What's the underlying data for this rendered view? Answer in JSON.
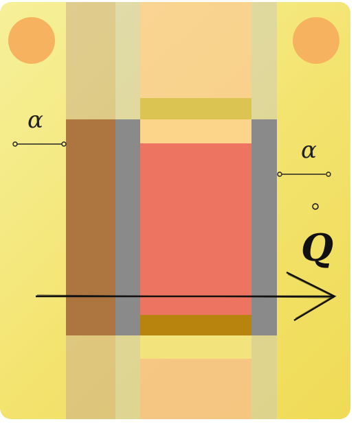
{
  "labels": {
    "left_alpha": "α",
    "right_alpha": "α",
    "charge": "Q"
  },
  "colors": {
    "card_background": "#f3e36e",
    "corner_dot": "#f6b25e",
    "brown_column": "#ad7641",
    "gray_frame": "#8a8a8a",
    "red_core": "#ee7462",
    "peach_top": "#fcd58a",
    "mustard_bottom": "#b9840e",
    "arrow": "#111111"
  },
  "icons": {
    "dimension_markers": "alpha-dimension-icon",
    "charge_marker": "charge-q-icon",
    "axis_arrow": "right-arrow-icon"
  }
}
